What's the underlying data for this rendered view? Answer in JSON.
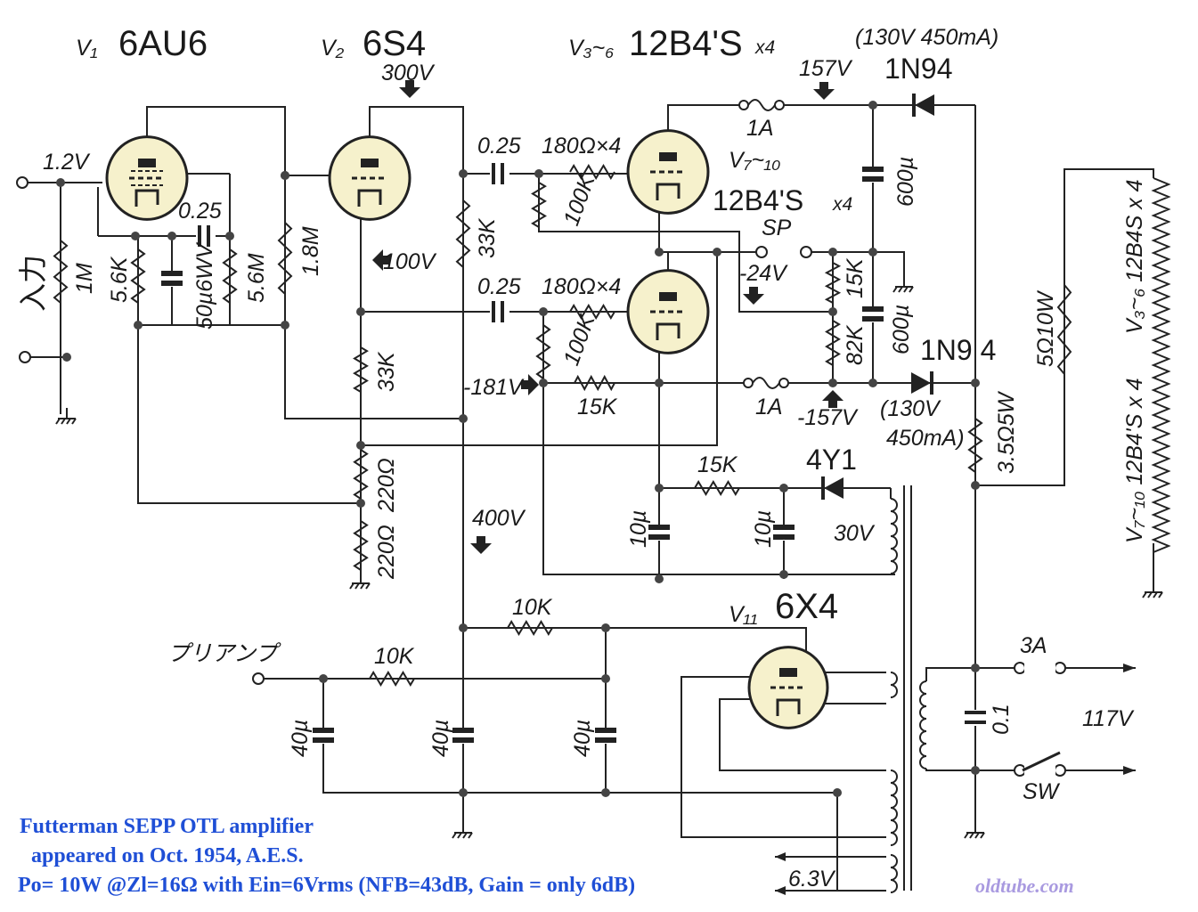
{
  "colors": {
    "tube_fill": "#f6f1cc",
    "wire": "#222222",
    "caption": "#1f4fd6",
    "watermark": "#a99ae0"
  },
  "tubes": {
    "v1": {
      "ref": "V₁",
      "type": "6AU6"
    },
    "v2": {
      "ref": "V₂",
      "type": "6S4"
    },
    "v3": {
      "ref": "V₃~₆",
      "type": "12B4'S",
      "count": "x4"
    },
    "v7": {
      "ref": "V₇~₁₀",
      "type": "12B4'S",
      "count": "x4"
    },
    "v11": {
      "ref": "V₁₁",
      "type": "6X4"
    }
  },
  "labels": {
    "input": "入力",
    "v_1_2": "1.2V",
    "c025a": "0.25",
    "r1m": "1M",
    "r56k": "5.6K",
    "c50u": "50µ6WV",
    "r56m": "5.6M",
    "r18m": "1.8M",
    "v300": "300V",
    "v100": "100V",
    "r33ka": "33K",
    "r33kb": "33K",
    "r220a": "220Ω",
    "r220b": "220Ω",
    "c025b": "0.25",
    "r180a": "180Ω×4",
    "r100ka": "100K",
    "c025c": "0.25",
    "r180b": "180Ω×4",
    "r100kb": "100K",
    "fuse1": "1A",
    "v157": "157V",
    "d1": "1N94",
    "d1rating": "(130V 450mA)",
    "c600a": "600µ",
    "sp": "SP",
    "vm24": "-24V",
    "r15ka": "15K",
    "c600b": "600µ",
    "r82k": "82K",
    "d2": "1N9 4",
    "vm181": "-181V",
    "r15kb": "15K",
    "fuse2": "1A",
    "vm157": "-157V",
    "d2rating1": "(130V",
    "d2rating2": "450mA)",
    "r35": "3.5Ω5W",
    "r5": "5Ω10W",
    "heater_a": "V₃~₆ 12B4S x 4",
    "heater_b": "V₇~₁₀ 12B4'S x 4",
    "r15kc": "15K",
    "d3": "4Y1",
    "c10a": "10µ",
    "c10b": "10µ",
    "v30": "30V",
    "v400": "400V",
    "r10ka": "10K",
    "preamp": "プリアンプ",
    "r10kb": "10K",
    "c40a": "40µ",
    "c40b": "40µ",
    "c40c": "40µ",
    "fuse3": "3A",
    "c01": "0.1",
    "v117": "117V",
    "sw": "SW",
    "v63": "6.3V"
  },
  "caption": {
    "line1": "Futterman SEPP OTL amplifier",
    "line2": "appeared on  Oct. 1954,  A.E.S.",
    "line3": "Po= 10W @Zl=16Ω  with Ein=6Vrms (NFB=43dB, Gain = only 6dB)"
  },
  "watermark": "oldtube.com"
}
